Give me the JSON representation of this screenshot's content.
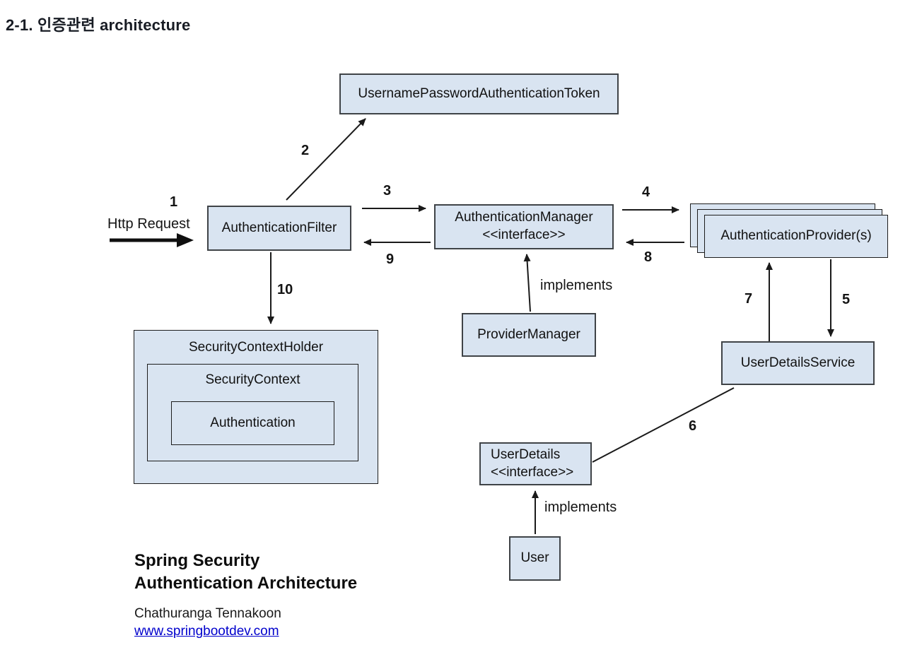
{
  "page": {
    "title": "2-1. 인증관련 architecture"
  },
  "diagram": {
    "nodes": {
      "token": {
        "label": "UsernamePasswordAuthenticationToken"
      },
      "auth_filter": {
        "label": "AuthenticationFilter"
      },
      "auth_manager": {
        "label": "AuthenticationManager",
        "stereotype": "<<interface>>"
      },
      "auth_provider": {
        "label": "AuthenticationProvider(s)"
      },
      "provider_manager": {
        "label": "ProviderManager"
      },
      "security_context_holder": {
        "label": "SecurityContextHolder"
      },
      "security_context": {
        "label": "SecurityContext"
      },
      "authentication": {
        "label": "Authentication"
      },
      "user_details_service": {
        "label": "UserDetailsService"
      },
      "user_details": {
        "label": "UserDetails",
        "stereotype": "<<interface>>"
      },
      "user": {
        "label": "User"
      }
    },
    "labels": {
      "http_request": "Http Request",
      "implements_provider_manager": "implements",
      "implements_user": "implements"
    },
    "steps": {
      "s1": "1",
      "s2": "2",
      "s3": "3",
      "s4": "4",
      "s5": "5",
      "s6": "6",
      "s7": "7",
      "s8": "8",
      "s9": "9",
      "s10": "10"
    },
    "colors": {
      "node_fill": "#d9e4f1",
      "node_border": "#3f4347",
      "arrow": "#1a1a1a",
      "link": "#0000cc"
    }
  },
  "footer": {
    "title_line1": "Spring Security",
    "title_line2": "Authentication Architecture",
    "author": "Chathuranga Tennakoon",
    "website": "www.springbootdev.com"
  }
}
